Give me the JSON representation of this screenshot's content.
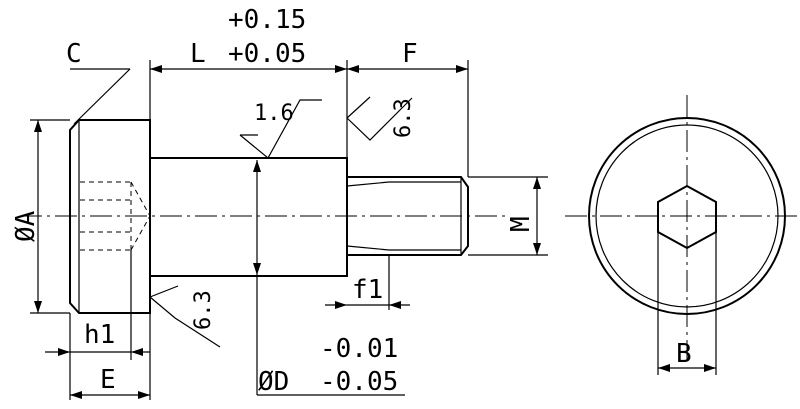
{
  "dimensions": {
    "chamfer": "C",
    "length": "L",
    "length_tol_upper": "+0.15",
    "length_tol_lower": "+0.05",
    "thread_length": "F",
    "head_diameter": "ØA",
    "thread_size": "M",
    "head_height": "h1",
    "head_width": "E",
    "thread_runout": "f1",
    "shaft_diameter": "ØD",
    "shaft_tol_upper": "-0.01",
    "shaft_tol_lower": "-0.05",
    "hex_across_flats": "B"
  },
  "surface_finish": {
    "shaft": "1.6",
    "thread_shoulder": "6.3",
    "head_shoulder": "6.3"
  }
}
